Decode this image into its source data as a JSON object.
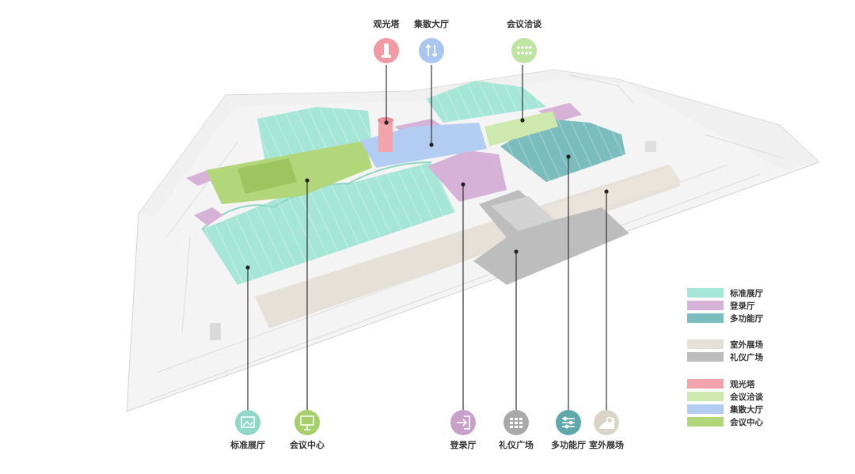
{
  "callouts_top": [
    {
      "label": "观光塔",
      "icon": "tower-icon",
      "color": "#f19aa3"
    },
    {
      "label": "集散大厅",
      "icon": "up-down-arrows-icon",
      "color": "#a9c6ef"
    },
    {
      "label": "会议洽谈",
      "icon": "meeting-seats-icon",
      "color": "#bfe3a0"
    }
  ],
  "callouts_bottom": [
    {
      "label": "标准展厅",
      "icon": "picture-icon",
      "color": "#8fd8c8"
    },
    {
      "label": "会议中心",
      "icon": "presentation-board-icon",
      "color": "#a6cf6b"
    },
    {
      "label": "登录厅",
      "icon": "sign-in-icon",
      "color": "#c9a0c9"
    },
    {
      "label": "礼仪广场",
      "icon": "grid-plaza-icon",
      "color": "#a9a9a9"
    },
    {
      "label": "多功能厅",
      "icon": "sliders-icon",
      "color": "#5fa8ac"
    },
    {
      "label": "室外展场",
      "icon": "outdoor-field-icon",
      "color": "#d9d3c8"
    }
  ],
  "legend": [
    [
      {
        "label": "标准展厅",
        "color": "#a6e6d6"
      },
      {
        "label": "登录厅",
        "color": "#d7b2d8"
      },
      {
        "label": "多功能厅",
        "color": "#7bbcbf"
      }
    ],
    [
      {
        "label": "室外展场",
        "color": "#e6e1d8"
      },
      {
        "label": "礼仪广场",
        "color": "#bdbdbd"
      }
    ],
    [
      {
        "label": "观光塔",
        "color": "#f2a3ab"
      },
      {
        "label": "会议洽谈",
        "color": "#cfe8ae"
      },
      {
        "label": "集散大厅",
        "color": "#b3cdf2"
      },
      {
        "label": "会议中心",
        "color": "#b2d67a"
      }
    ]
  ]
}
